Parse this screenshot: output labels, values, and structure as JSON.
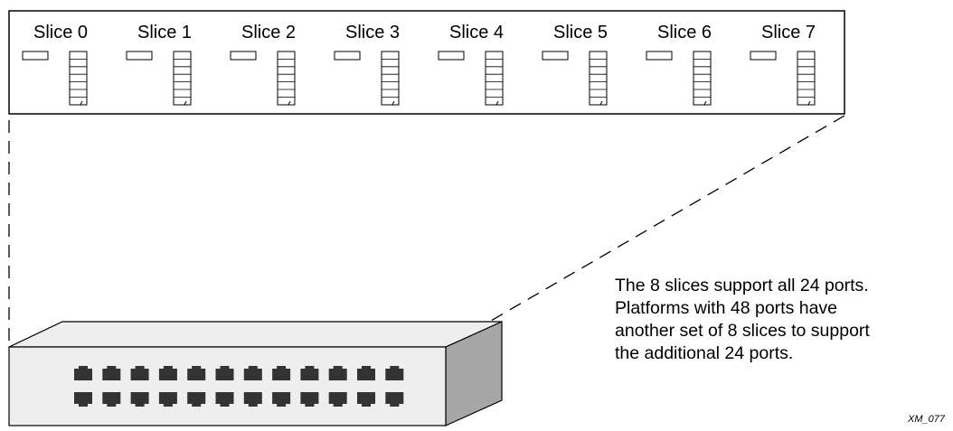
{
  "slices": [
    {
      "label": "Slice 0"
    },
    {
      "label": "Slice 1"
    },
    {
      "label": "Slice 2"
    },
    {
      "label": "Slice 3"
    },
    {
      "label": "Slice 4"
    },
    {
      "label": "Slice 5"
    },
    {
      "label": "Slice 6"
    },
    {
      "label": "Slice 7"
    }
  ],
  "note": {
    "lines": [
      "The 8 slices support all 24 ports.",
      "Platforms with 48 ports have",
      "another set of 8 slices to support",
      "the additional 24 ports."
    ]
  },
  "figure_id": "XM_077",
  "switch": {
    "port_rows": 2,
    "ports_per_row": 12,
    "colors": {
      "top": "#eeeeee",
      "front": "#eeeeee",
      "side": "#a6a6a6",
      "port": "#333333"
    }
  }
}
